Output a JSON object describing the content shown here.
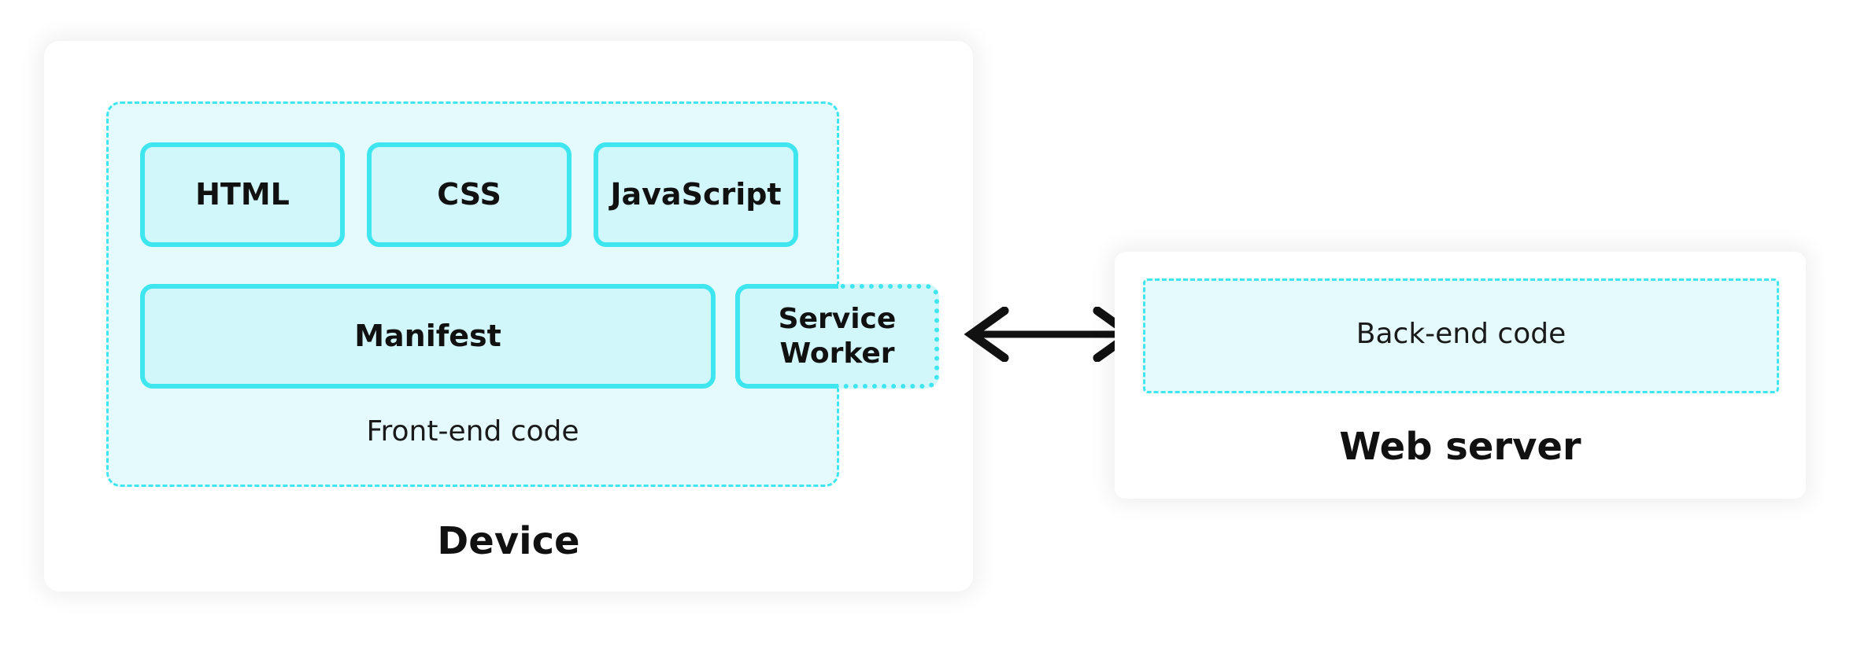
{
  "device": {
    "title": "Device",
    "frontend_label": "Front-end code",
    "chips": {
      "html": "HTML",
      "css": "CSS",
      "javascript": "JavaScript",
      "manifest": "Manifest",
      "service_worker": "Service Worker"
    }
  },
  "server": {
    "title": "Web server",
    "backend_label": "Back-end code"
  },
  "colors": {
    "accent": "#3fe6ef",
    "area_fill": "#e5fafc",
    "chip_fill": "#d2f7fa",
    "arrow": "#111111"
  },
  "icons": {
    "connector": "double-headed-arrow-icon"
  }
}
